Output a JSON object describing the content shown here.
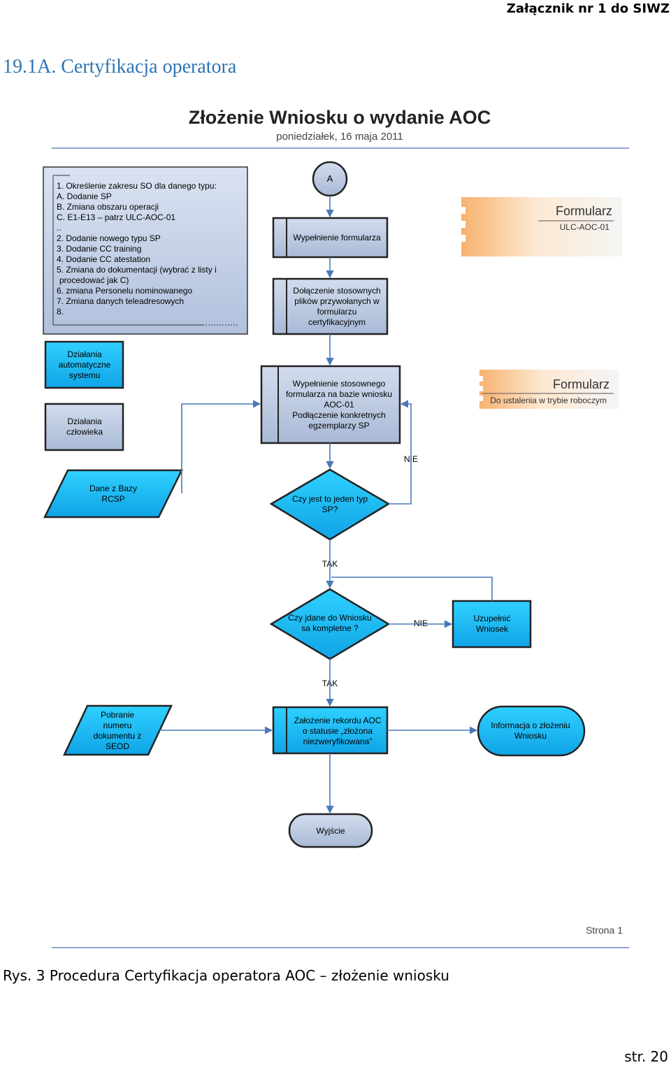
{
  "header": {
    "attachment": "Załącznik nr 1 do SIWZ"
  },
  "section_title": "19.1A. Certyfikacja operatora",
  "diagram": {
    "title": "Złożenie Wniosku o wydanie AOC",
    "date": "poniedziałek, 16 maja 2011",
    "scope_note": [
      "1. Określenie zakresu SO dla danego typu:",
      "A. Dodanie SP",
      "B. Zmiana obszaru operacji",
      "C. E1-E13 – patrz ULC-AOC-01",
      "..",
      "2. Dodanie nowego typu SP",
      "3. Dodanie CC training",
      "4. Dodanie CC atestation",
      "5. Zmiana do dokumentacji (wybrać z listy i",
      "procedować jak C)",
      "6. zmiana Personelu nominowanego",
      "7. Zmiana danych teleadresowych",
      "8."
    ],
    "legend_auto": [
      "Działania",
      "automatyczne",
      "systemu"
    ],
    "legend_human": [
      "Działania",
      "człowieka"
    ],
    "connector_a": "A",
    "fill_form": [
      "Wypełnienie formularza"
    ],
    "attach_files": [
      "Dołączenie stosownych",
      "plików przywołanych w",
      "formularzu",
      "certyfikacyjnym"
    ],
    "form1": {
      "title": "Formularz",
      "sub": "ULC-AOC-01"
    },
    "form2": {
      "title": "Formularz",
      "sub": "Do ustalenia w trybie roboczym"
    },
    "fill_aoc": [
      "Wypełnienie stosownego",
      "formularza na bazie wniosku",
      "AOC-01",
      "Podłączenie konkretnych",
      "egzemplarzy SP"
    ],
    "rcsp": [
      "Dane z Bazy",
      "RCSP"
    ],
    "decision1": [
      "Czy jest to jeden typ",
      "SP?"
    ],
    "nie1": "NIE",
    "tak1": "TAK",
    "decision2": [
      "Czy jdane do Wniosku",
      "sa kompletne ?"
    ],
    "nie2": "NIE",
    "complete": [
      "Uzupełnić",
      "Wniosek"
    ],
    "tak2": "TAK",
    "seod": [
      "Pobranie",
      "numeru",
      "dokumentu z",
      "SEOD"
    ],
    "create_record": [
      "Założenie rekordu  AOC",
      "o statusie „złożona",
      "niezweryfikowana”"
    ],
    "info": [
      "Informacja o złożeniu",
      "Wniosku"
    ],
    "exit": "Wyjście",
    "page_label": "Strona 1"
  },
  "caption": "Rys. 3 Procedura Certyfikacja operatora AOC – złożenie wniosku",
  "page_number": "str. 20"
}
